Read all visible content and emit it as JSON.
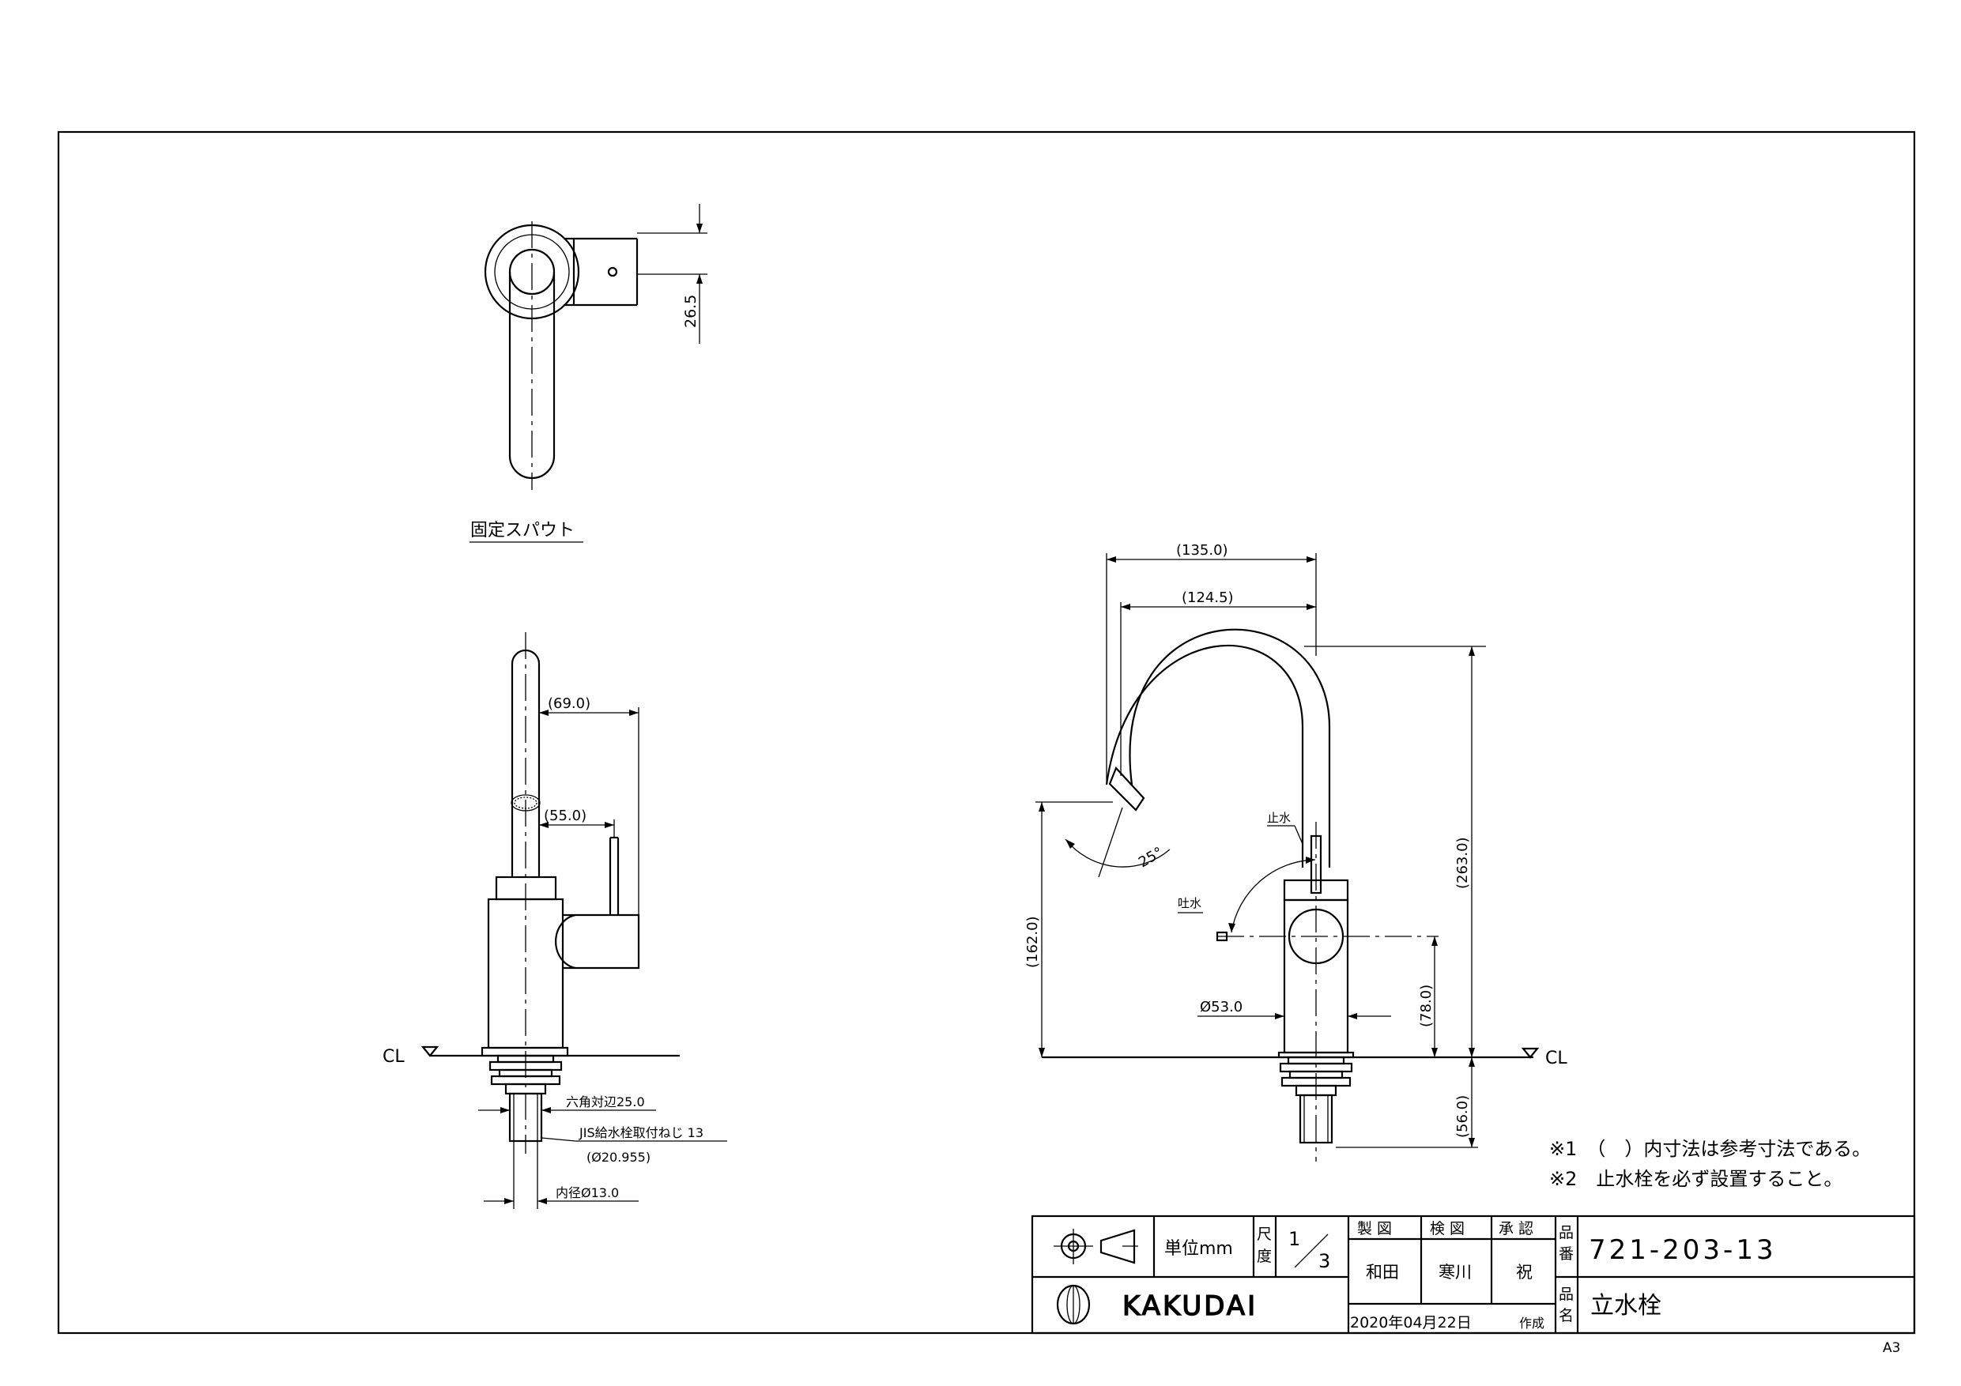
{
  "views": {
    "top_caption": "固定スパウト",
    "cl_left": "CL",
    "cl_right": "CL"
  },
  "dimensions": {
    "d_26_5": "26.5",
    "d_69": "(69.0)",
    "d_55": "(55.0)",
    "d_135": "(135.0)",
    "d_124_5": "(124.5)",
    "d_263": "(263.0)",
    "d_162": "(162.0)",
    "d_78": "(78.0)",
    "d_56": "(56.0)",
    "d_phi53": "Ø53.0",
    "angle_25": "25°",
    "stop_label": "止水",
    "spout_label": "吐水",
    "hex_label": "六角対辺25.0",
    "jis_label": "JIS給水栓取付ねじ 13",
    "jis_sub": "(Ø20.955)",
    "inner_label": "内径Ø13.0"
  },
  "notes": [
    "※1　（　）内寸法は参考寸法である。",
    "※2　止水栓を必ず設置すること。"
  ],
  "title_block": {
    "unit_label": "単位mm",
    "scale_label_1": "尺",
    "scale_label_2": "度",
    "scale_num": "1",
    "scale_den": "3",
    "h_made": "製 図",
    "h_check": "検 図",
    "h_approve": "承 認",
    "made_by": "和田",
    "checked_by": "寒川",
    "approved_by": "祝",
    "part_no_label_1": "品",
    "part_no_label_2": "番",
    "part_no": "721-203-13",
    "name_label_1": "品",
    "name_label_2": "名",
    "part_name": "立水栓",
    "brand": "KAKUDAI",
    "date": "2020年04月22日",
    "date_suffix": "作成",
    "sheet_size": "A3"
  }
}
